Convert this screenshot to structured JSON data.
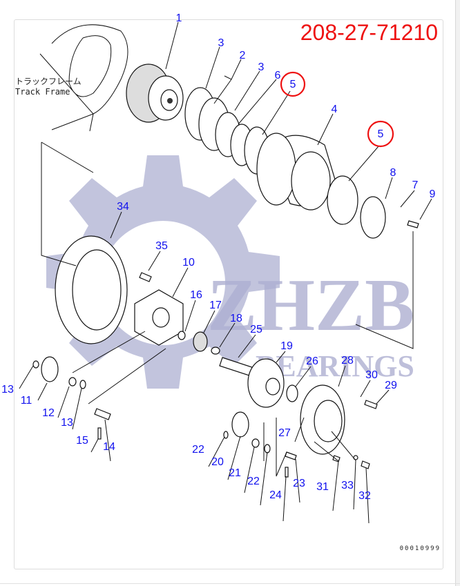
{
  "part_number": "208-27-71210",
  "frame_label_jp": "トラックフレーム",
  "frame_label_en": "Track Frame",
  "drawing_code": "00010999",
  "watermark": {
    "brand": "ZHZB",
    "sub": "BEARINGS"
  },
  "colors": {
    "callout": "#1010ee",
    "highlight": "#ee1111",
    "watermark": "#aeb0d2"
  },
  "callouts": [
    "1",
    "2",
    "3",
    "3",
    "6",
    "5",
    "4",
    "5",
    "8",
    "7",
    "9",
    "34",
    "35",
    "10",
    "16",
    "17",
    "18",
    "25",
    "19",
    "26",
    "28",
    "30",
    "29",
    "13",
    "11",
    "12",
    "13",
    "15",
    "14",
    "27",
    "22",
    "20",
    "21",
    "22",
    "23",
    "24",
    "31",
    "33",
    "32"
  ],
  "highlighted_callouts": [
    "5",
    "5"
  ]
}
